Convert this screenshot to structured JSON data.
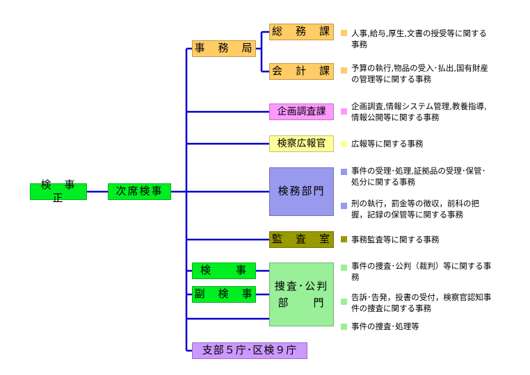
{
  "colors": {
    "line": "#0000cc",
    "green": "#00ee22",
    "orange": "#ffcc66",
    "pink": "#ff99ff",
    "yellow": "#ffff99",
    "lavender": "#9999ee",
    "olive": "#999900",
    "lightgreen": "#99f099",
    "purple": "#cc99ff"
  },
  "org": {
    "prosecutor": "検　事　正",
    "deputy": "次席検事",
    "secretariat": "事　務　局",
    "general_affairs": "総　務　課",
    "accounting": "会　計　課",
    "planning": "企画調査課",
    "pr_officer": "検察広報官",
    "prosecution_affairs": "検務部門",
    "audit": "監　査　室",
    "prosecutor_staff": "検　　事",
    "vice_prosecutor": "副　検　事",
    "investigation": "捜査･公判\n部　　門",
    "branch": "支部５庁･区検９庁"
  },
  "descriptions": {
    "general_affairs": "人事,給与,厚生,文書の授受等に関する\n事務",
    "accounting": "予算の執行,物品の受入･払出,国有財産\nの管理等に関する事務",
    "planning": "企画調査,情報システム管理,教養指導,\n情報公開等に関する事務",
    "pr_officer": "広報等に関する事務",
    "prosecution_1": "事件の受理･処理,証拠品の受理･保管･\n処分に関する事務",
    "prosecution_2": "刑の執行，罰金等の徴収，前科の把\n握，記録の保管等に関する事務",
    "audit": "事務監査等に関する事務",
    "investigation_1": "事件の捜査･公判（裁判）等に関する事\n務",
    "investigation_2": "告訴･告発，投書の受付，検察官認知事\n件の捜査に関する事務",
    "investigation_3": "事件の捜査･処理等"
  }
}
